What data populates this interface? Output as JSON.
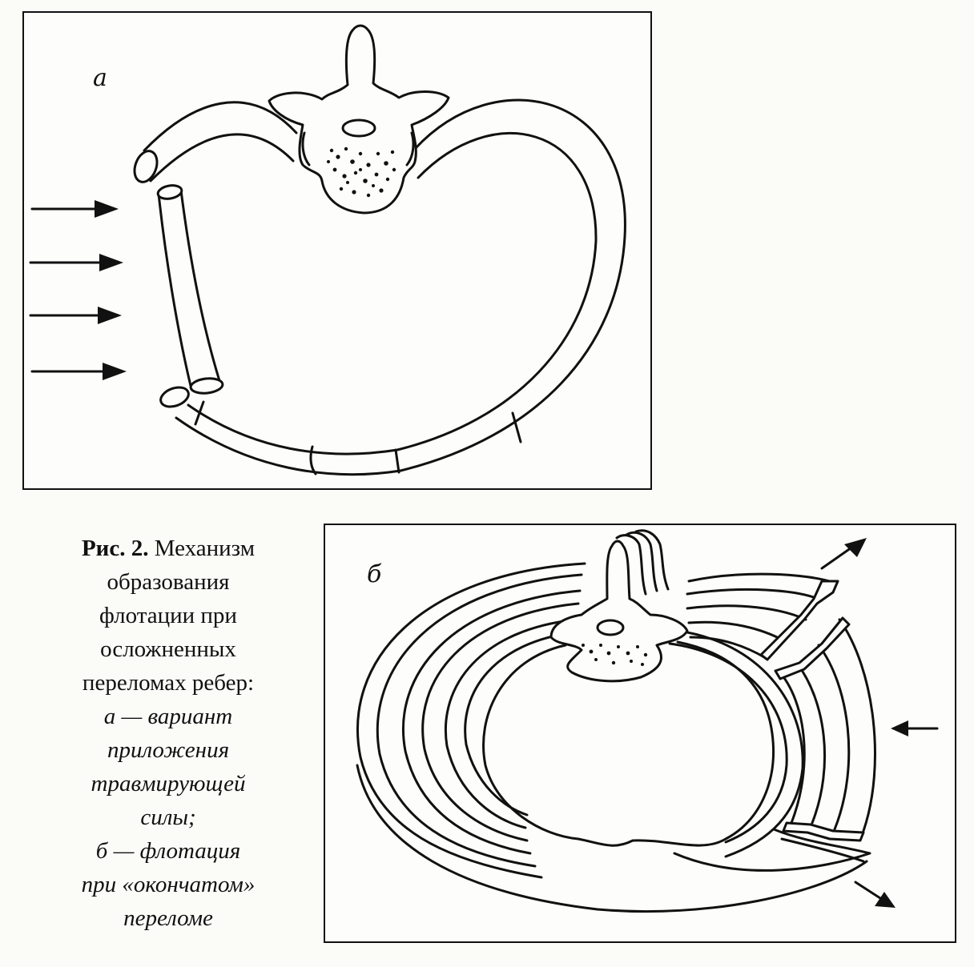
{
  "figure": {
    "panel_a_letter": "а",
    "panel_b_letter": "б",
    "caption": {
      "number": "Рис. 2.",
      "title_lines": [
        "Механизм",
        "образования",
        "флотации при",
        "осложненных",
        "переломах ребер:"
      ],
      "item_a_lines": [
        "а — вариант",
        "приложения",
        "травмирующей",
        "силы;"
      ],
      "item_b_lines": [
        "б — флотация",
        "при «окончатом»",
        "переломе"
      ]
    }
  }
}
